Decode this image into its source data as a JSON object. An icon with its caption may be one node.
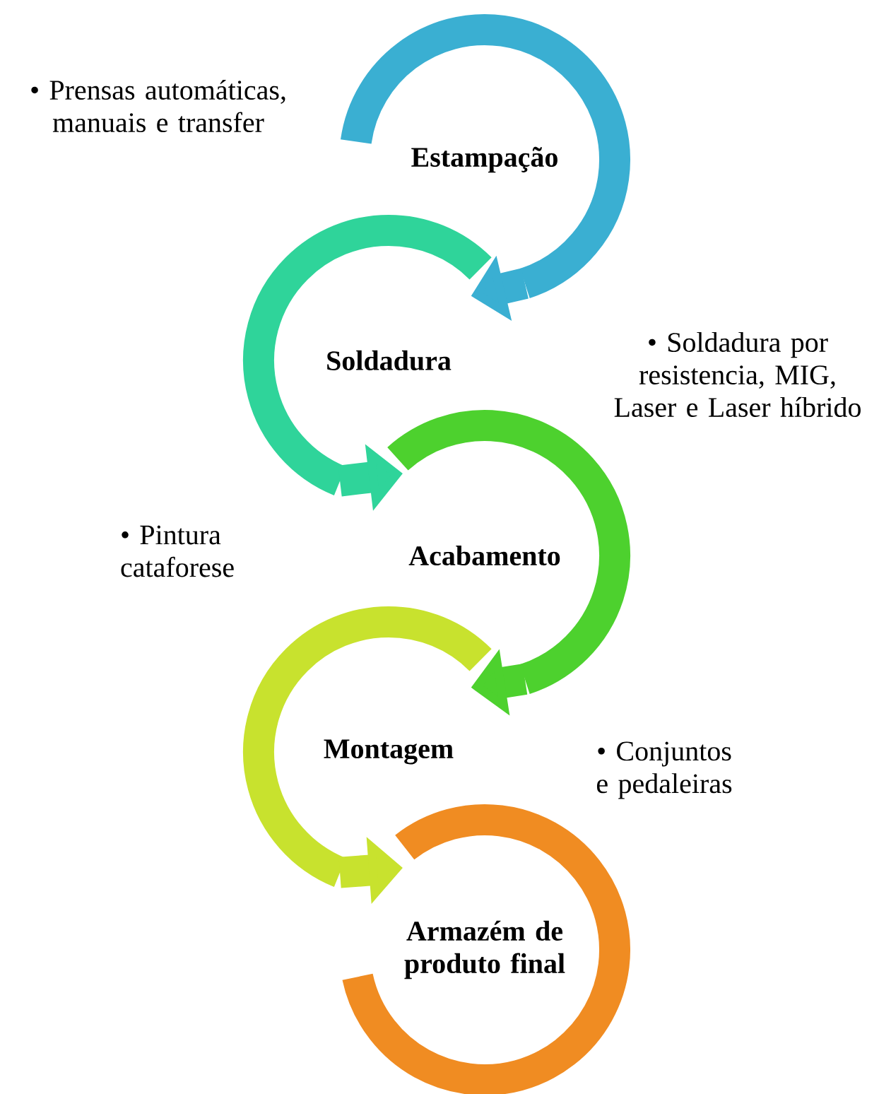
{
  "diagram": {
    "nodes": [
      {
        "text": [
          "Estampação"
        ]
      },
      {
        "text": [
          "Soldadura"
        ]
      },
      {
        "text": [
          "Acabamento"
        ]
      },
      {
        "text": [
          "Montagem"
        ]
      },
      {
        "text": [
          "Armazém de produto final"
        ]
      }
    ],
    "edges": [
      {
        "from": 0,
        "to": 1,
        "arrow": "to",
        "color": "#3aafd2"
      },
      {
        "from": 1,
        "to": 2,
        "arrow": "to",
        "color": "#2fd49a"
      },
      {
        "from": 2,
        "to": 3,
        "arrow": "to",
        "color": "#4dd12e"
      },
      {
        "from": 3,
        "to": 4,
        "arrow": "to",
        "color": "#c8e22e"
      }
    ],
    "labels": [
      "• Prensas automáticas, manuais e transfer",
      "• Soldadura por resistencia, MIG, Laser e Laser híbrido",
      "• Pintura cataforese",
      "• Conjuntos e pedaleiras"
    ]
  }
}
